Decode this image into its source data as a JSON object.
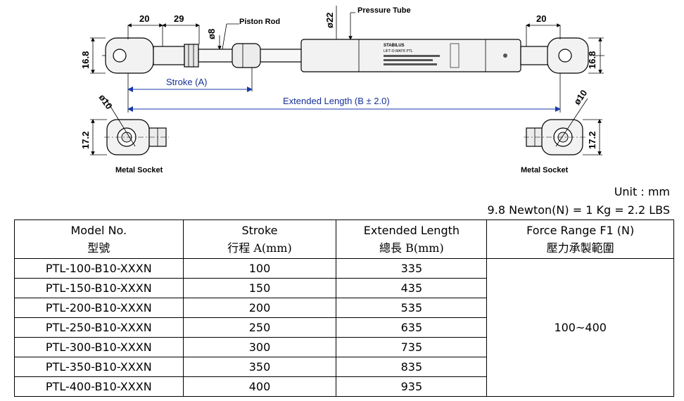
{
  "drawing": {
    "dims": {
      "left_eye_len": "20",
      "thread_len": "29",
      "rod_dia": "ø8",
      "tube_dia": "ø22",
      "right_eye_len": "20",
      "left_height": "16.8",
      "right_height": "16.8",
      "socket_left_height": "17.2",
      "socket_right_height": "17.2",
      "socket_left_dia": "ø10",
      "socket_right_dia": "ø10"
    },
    "labels": {
      "piston_rod": "Piston Rod",
      "pressure_tube": "Pressure Tube",
      "stroke": "Stroke (A)",
      "extended_length": "Extended Length (B ± 2.0)",
      "metal_socket_left": "Metal Socket",
      "metal_socket_right": "Metal Socket",
      "tube_brand": "STABILUS",
      "tube_sub": "LIFT-O-MAT® PTL"
    },
    "colors": {
      "line": "#000000",
      "dim_blue": "#1a3aa8",
      "part_fill": "#f2f2f2"
    }
  },
  "unit": "Unit : mm",
  "conversion": "9.8 Newton(N) = 1 Kg = 2.2 LBS",
  "table": {
    "headers": [
      {
        "en": "Model No.",
        "zh": "型號"
      },
      {
        "en": "Stroke",
        "zh": "行程 A(mm)"
      },
      {
        "en": "Extended Length",
        "zh": "總長 B(mm)"
      },
      {
        "en": "Force Range F1 (N)",
        "zh": "壓力承製範圍"
      }
    ],
    "rows": [
      {
        "model": "PTL-100-B10-XXXN",
        "stroke": "100",
        "length": "335"
      },
      {
        "model": "PTL-150-B10-XXXN",
        "stroke": "150",
        "length": "435"
      },
      {
        "model": "PTL-200-B10-XXXN",
        "stroke": "200",
        "length": "535"
      },
      {
        "model": "PTL-250-B10-XXXN",
        "stroke": "250",
        "length": "635"
      },
      {
        "model": "PTL-300-B10-XXXN",
        "stroke": "300",
        "length": "735"
      },
      {
        "model": "PTL-350-B10-XXXN",
        "stroke": "350",
        "length": "835"
      },
      {
        "model": "PTL-400-B10-XXXN",
        "stroke": "400",
        "length": "935"
      }
    ],
    "force_range": "100~400"
  }
}
